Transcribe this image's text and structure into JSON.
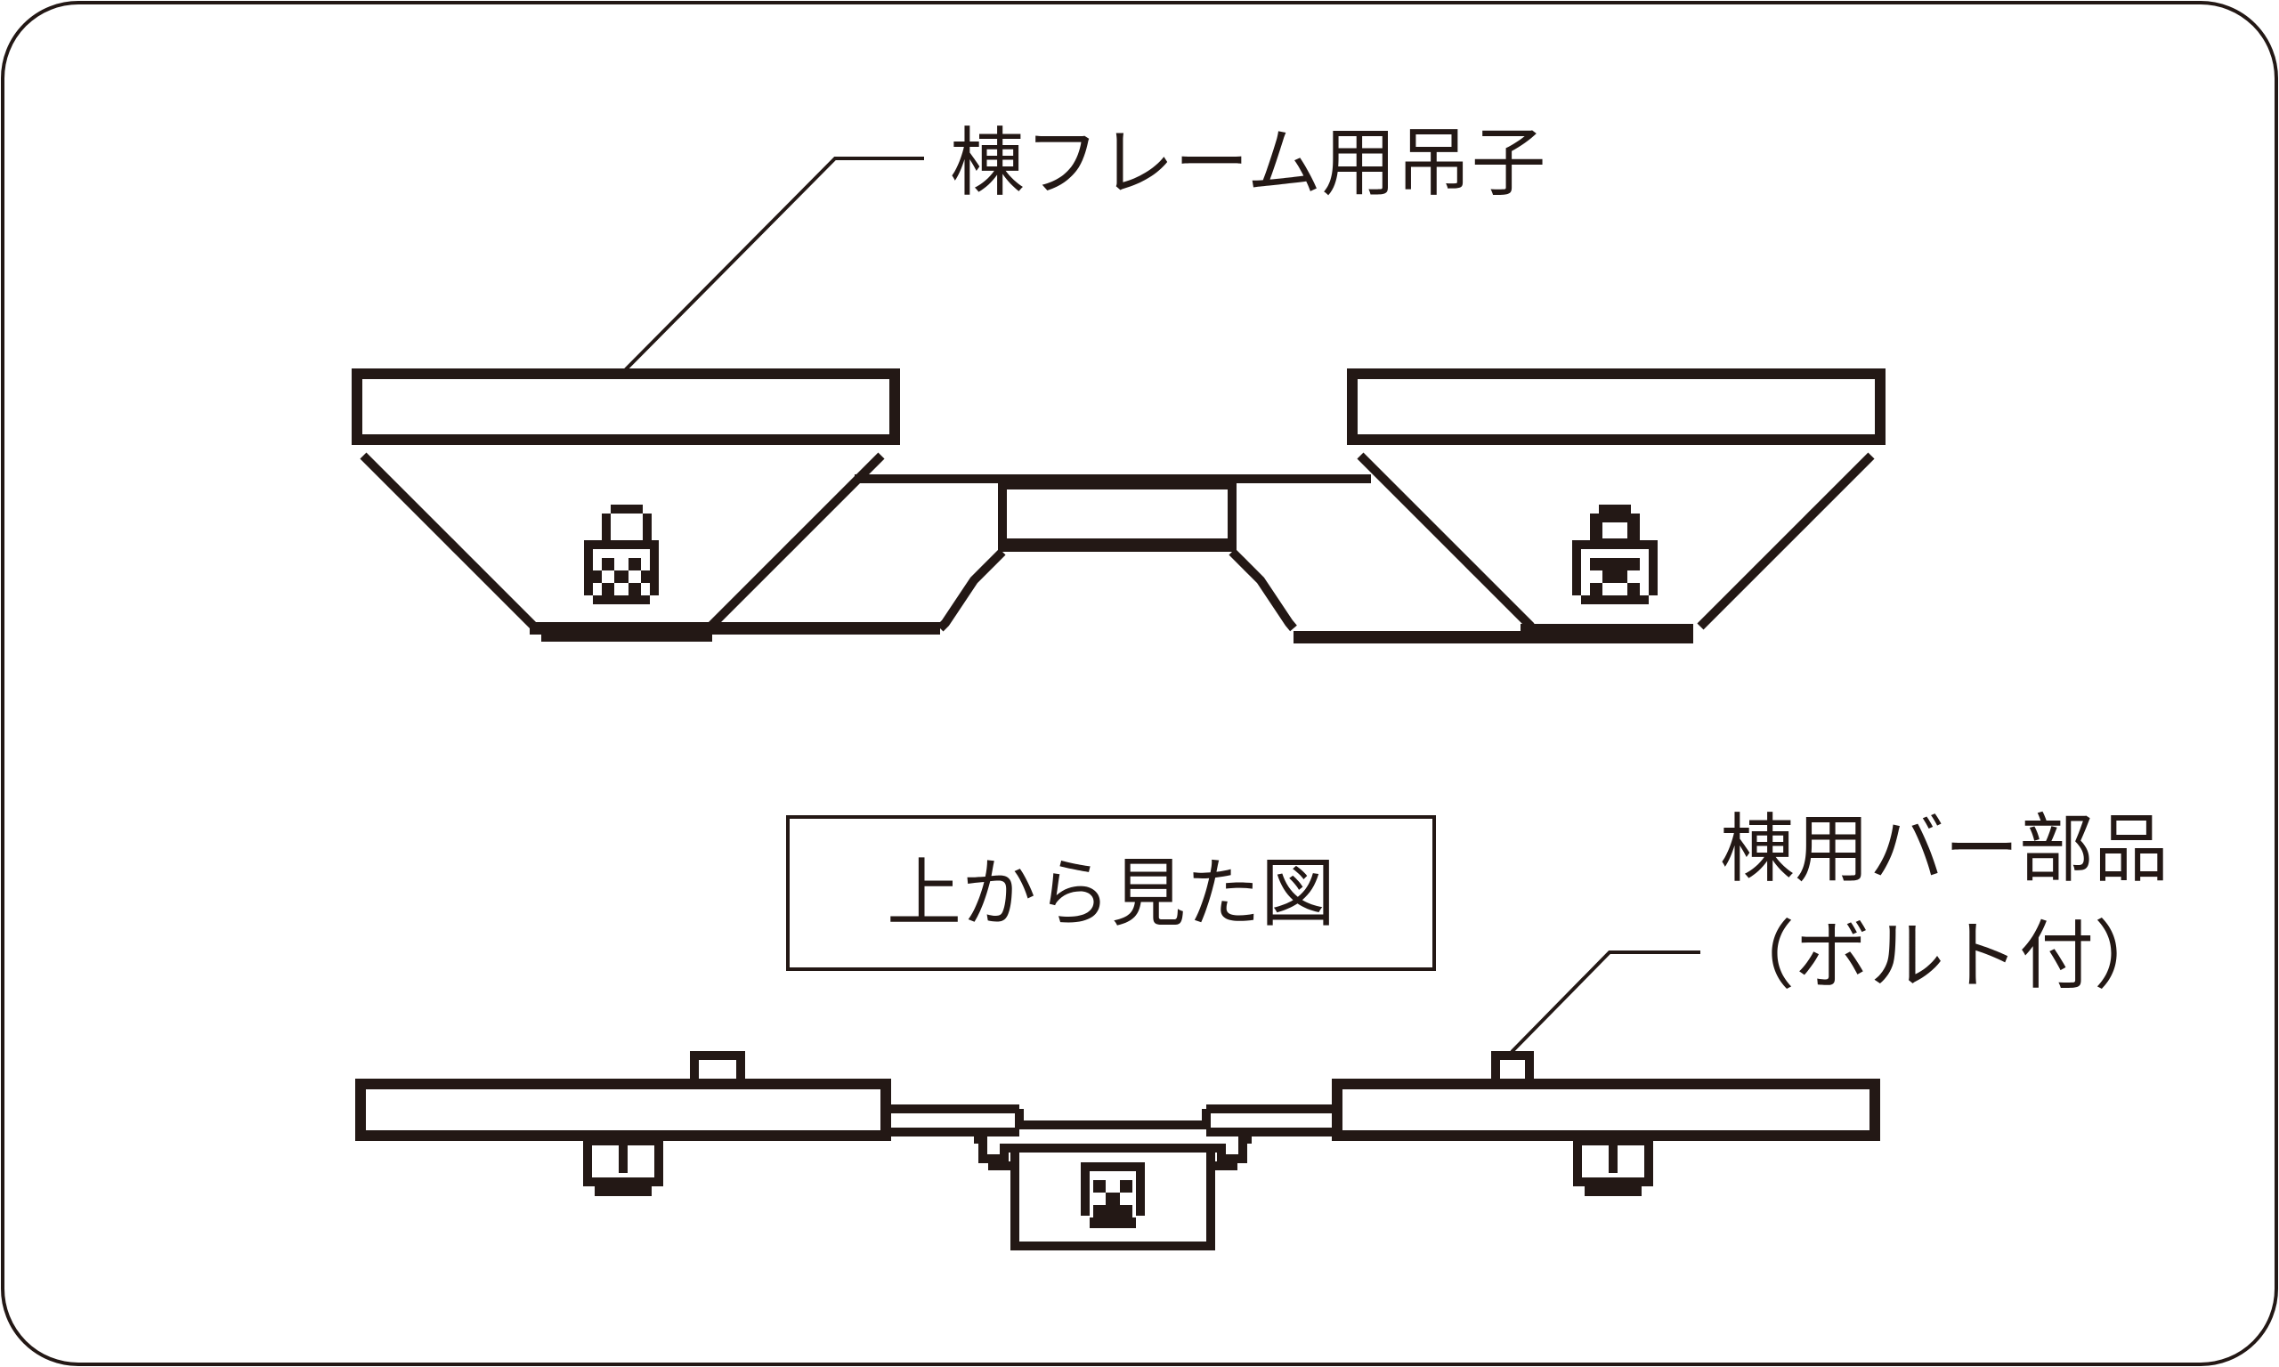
{
  "labels": {
    "frame_hanger": "棟フレーム用吊子",
    "view_caption": "上から見た図",
    "bar_part_line1": "棟用バー部品",
    "bar_part_line2": "（ボルト付）"
  },
  "colors": {
    "ink": "#231815",
    "background": "#ffffff"
  }
}
